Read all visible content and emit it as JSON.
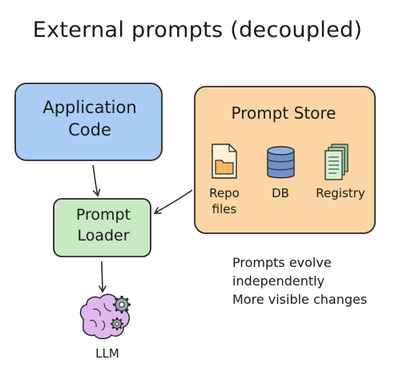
{
  "title": "External prompts (decoupled)",
  "nodes": {
    "application_code": {
      "line1": "Application",
      "line2": "Code",
      "fill": "#a9cdf5",
      "stroke": "#2a2a2a"
    },
    "prompt_store": {
      "title": "Prompt Store",
      "fill": "#fbd5a3",
      "stroke": "#2a2a2a"
    },
    "prompt_loader": {
      "line1": "Prompt",
      "line2": "Loader",
      "fill": "#c8e9c3",
      "stroke": "#2a2a2a"
    },
    "llm": {
      "label": "LLM",
      "fill": "#e0b6ee"
    }
  },
  "store_items": {
    "repo_files": {
      "line1": "Repo",
      "line2": "files",
      "icon": "folder-file-icon"
    },
    "db": {
      "label": "DB",
      "icon": "database-icon"
    },
    "registry": {
      "label": "Registry",
      "icon": "documents-stack-icon"
    }
  },
  "note": {
    "line1": "Prompts evolve",
    "line2": "independently",
    "line3": "More visible changes"
  }
}
